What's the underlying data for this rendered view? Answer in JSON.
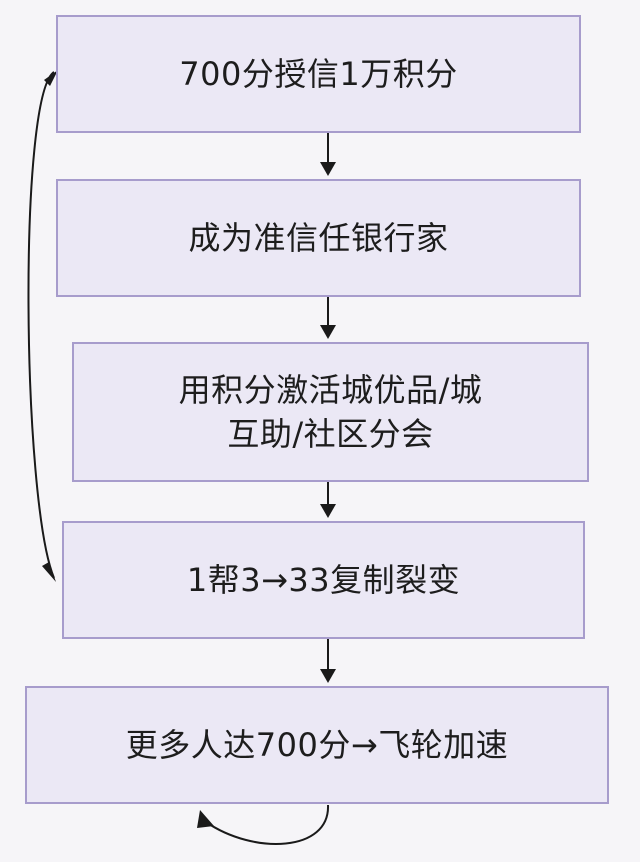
{
  "nodes": [
    {
      "lines": [
        "700分授信1万积分"
      ]
    },
    {
      "lines": [
        "成为准信任银行家"
      ]
    },
    {
      "lines": [
        "用积分激活城优品/城",
        "互助/社区分会"
      ]
    },
    {
      "lines": [
        "1帮3→33复制裂变"
      ]
    },
    {
      "lines": [
        "更多人达700分→飞轮加速"
      ]
    }
  ],
  "colors": {
    "background": "#f6f5f8",
    "node_fill": "#ebe8f5",
    "node_border": "#a79ccc",
    "arrow": "#1a1a1a",
    "text": "#1d1d1d"
  }
}
